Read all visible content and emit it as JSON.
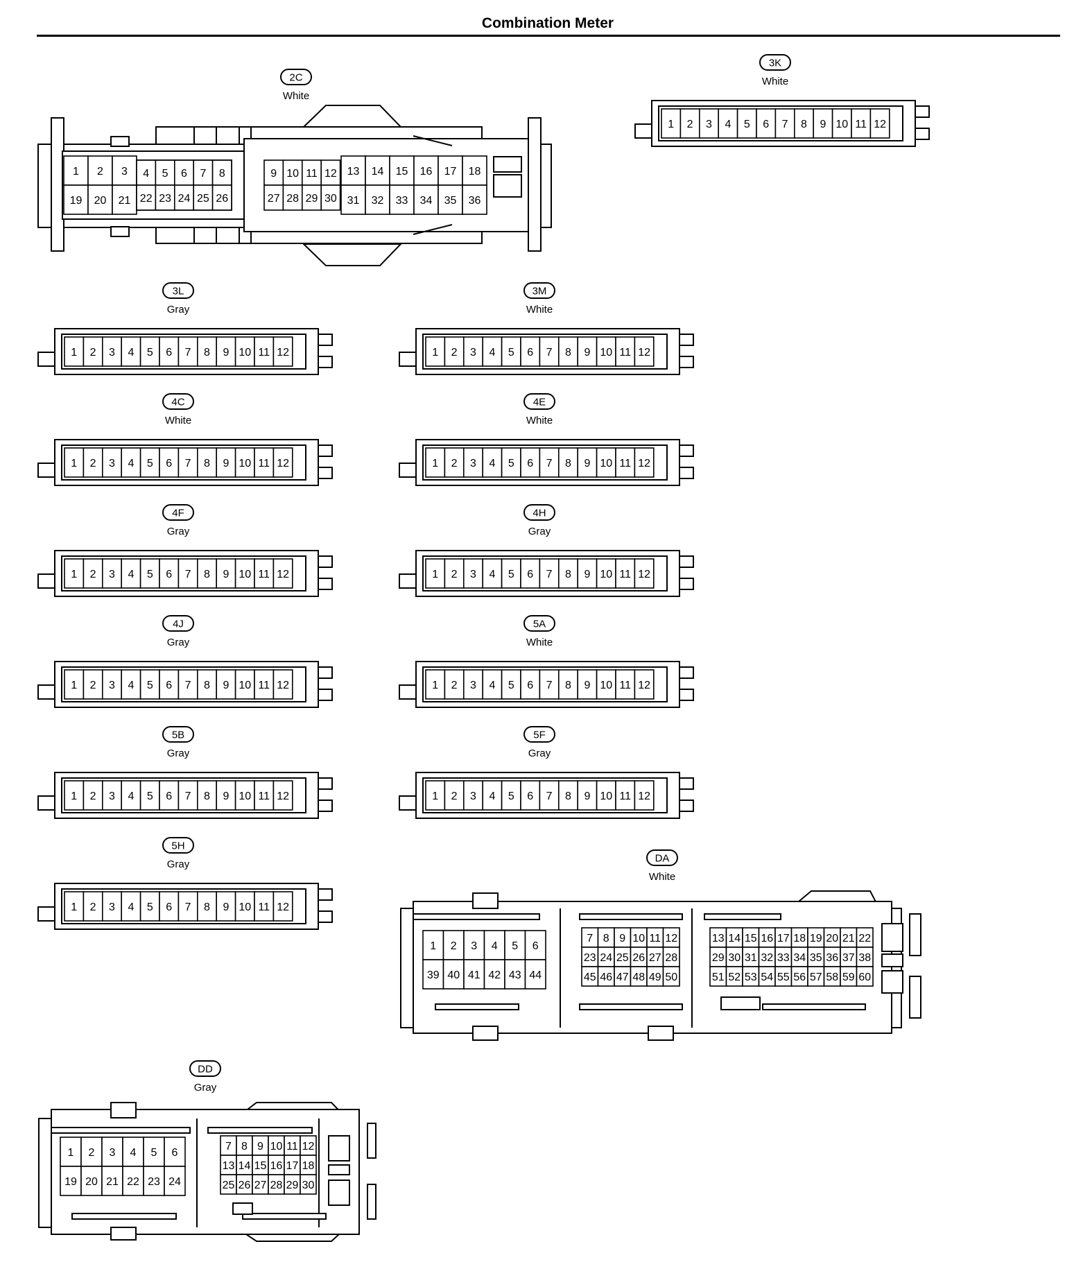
{
  "page": {
    "title": "Combination Meter"
  },
  "connectors": [
    {
      "code": "2C",
      "color": "White",
      "layout": "c36",
      "pins": [
        "1",
        "2",
        "3",
        "4",
        "5",
        "6",
        "7",
        "8",
        "9",
        "10",
        "11",
        "12",
        "13",
        "14",
        "15",
        "16",
        "17",
        "18",
        "19",
        "20",
        "21",
        "22",
        "23",
        "24",
        "25",
        "26",
        "27",
        "28",
        "29",
        "30",
        "31",
        "32",
        "33",
        "34",
        "35",
        "36"
      ]
    },
    {
      "code": "3K",
      "color": "White",
      "layout": "r12",
      "pins": [
        "1",
        "2",
        "3",
        "4",
        "5",
        "6",
        "7",
        "8",
        "9",
        "10",
        "11",
        "12"
      ]
    },
    {
      "code": "3L",
      "color": "Gray",
      "layout": "r12",
      "pins": [
        "1",
        "2",
        "3",
        "4",
        "5",
        "6",
        "7",
        "8",
        "9",
        "10",
        "11",
        "12"
      ]
    },
    {
      "code": "3M",
      "color": "White",
      "layout": "r12",
      "pins": [
        "1",
        "2",
        "3",
        "4",
        "5",
        "6",
        "7",
        "8",
        "9",
        "10",
        "11",
        "12"
      ]
    },
    {
      "code": "4C",
      "color": "White",
      "layout": "r12",
      "pins": [
        "1",
        "2",
        "3",
        "4",
        "5",
        "6",
        "7",
        "8",
        "9",
        "10",
        "11",
        "12"
      ]
    },
    {
      "code": "4E",
      "color": "White",
      "layout": "r12",
      "pins": [
        "1",
        "2",
        "3",
        "4",
        "5",
        "6",
        "7",
        "8",
        "9",
        "10",
        "11",
        "12"
      ]
    },
    {
      "code": "4F",
      "color": "Gray",
      "layout": "r12",
      "pins": [
        "1",
        "2",
        "3",
        "4",
        "5",
        "6",
        "7",
        "8",
        "9",
        "10",
        "11",
        "12"
      ]
    },
    {
      "code": "4H",
      "color": "Gray",
      "layout": "r12",
      "pins": [
        "1",
        "2",
        "3",
        "4",
        "5",
        "6",
        "7",
        "8",
        "9",
        "10",
        "11",
        "12"
      ]
    },
    {
      "code": "4J",
      "color": "Gray",
      "layout": "r12",
      "pins": [
        "1",
        "2",
        "3",
        "4",
        "5",
        "6",
        "7",
        "8",
        "9",
        "10",
        "11",
        "12"
      ]
    },
    {
      "code": "5A",
      "color": "White",
      "layout": "r12",
      "pins": [
        "1",
        "2",
        "3",
        "4",
        "5",
        "6",
        "7",
        "8",
        "9",
        "10",
        "11",
        "12"
      ]
    },
    {
      "code": "5B",
      "color": "Gray",
      "layout": "r12",
      "pins": [
        "1",
        "2",
        "3",
        "4",
        "5",
        "6",
        "7",
        "8",
        "9",
        "10",
        "11",
        "12"
      ]
    },
    {
      "code": "5F",
      "color": "Gray",
      "layout": "r12",
      "pins": [
        "1",
        "2",
        "3",
        "4",
        "5",
        "6",
        "7",
        "8",
        "9",
        "10",
        "11",
        "12"
      ]
    },
    {
      "code": "5H",
      "color": "Gray",
      "layout": "r12",
      "pins": [
        "1",
        "2",
        "3",
        "4",
        "5",
        "6",
        "7",
        "8",
        "9",
        "10",
        "11",
        "12"
      ]
    },
    {
      "code": "DA",
      "color": "White",
      "layout": "c60",
      "pins": [
        "1",
        "2",
        "3",
        "4",
        "5",
        "6",
        "7",
        "8",
        "9",
        "10",
        "11",
        "12",
        "13",
        "14",
        "15",
        "16",
        "17",
        "18",
        "19",
        "20",
        "21",
        "22",
        "23",
        "24",
        "25",
        "26",
        "27",
        "28",
        "29",
        "30",
        "31",
        "32",
        "33",
        "34",
        "35",
        "36",
        "37",
        "38",
        "39",
        "40",
        "41",
        "42",
        "43",
        "44",
        "45",
        "46",
        "47",
        "48",
        "49",
        "50",
        "51",
        "52",
        "53",
        "54",
        "55",
        "56",
        "57",
        "58",
        "59",
        "60"
      ]
    },
    {
      "code": "DD",
      "color": "Gray",
      "layout": "c30",
      "pins": [
        "1",
        "2",
        "3",
        "4",
        "5",
        "6",
        "7",
        "8",
        "9",
        "10",
        "11",
        "12",
        "13",
        "14",
        "15",
        "16",
        "17",
        "18",
        "19",
        "20",
        "21",
        "22",
        "23",
        "24",
        "25",
        "26",
        "27",
        "28",
        "29",
        "30"
      ]
    }
  ]
}
